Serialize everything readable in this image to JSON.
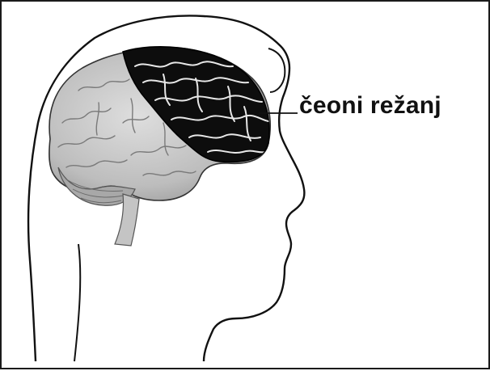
{
  "diagram": {
    "label": "čeoni režanj",
    "colors": {
      "outline": "#111111",
      "brain_gray": "#b8b8b8",
      "brain_light": "#d6d6d6",
      "frontal_lobe": "#0d0d0d",
      "background": "#ffffff"
    },
    "icons": {
      "head": "head-profile-outline",
      "brain": "brain-illustration",
      "frontal": "frontal-lobe-highlight"
    }
  }
}
